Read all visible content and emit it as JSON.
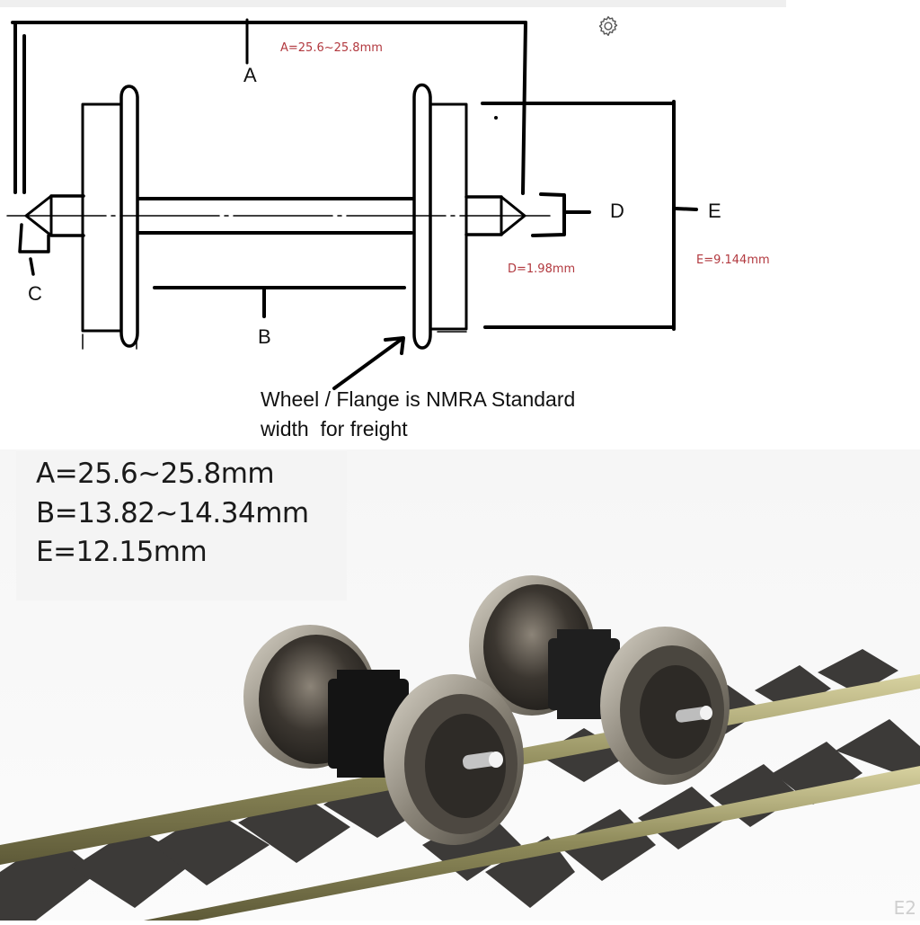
{
  "diagram": {
    "labels": {
      "A": "A",
      "B": "B",
      "C": "C",
      "D": "D",
      "E": "E"
    },
    "annotations": {
      "A": "A=25.6~25.8mm",
      "D": "D=1.98mm",
      "E": "E=9.144mm"
    },
    "note_line1": "Wheel / Flange is NMRA Standard",
    "note_line2": "width  for freight",
    "settings_icon": "gear-icon",
    "colors": {
      "annotation": "#b2393f",
      "line": "#000000"
    }
  },
  "specs": {
    "lines": [
      "A=25.6~25.8mm",
      "B=13.82~14.34mm",
      "E=12.15mm"
    ]
  },
  "photo": {
    "subject": "Two metal wheelsets with gears on model railway track",
    "watermark": "E2"
  }
}
